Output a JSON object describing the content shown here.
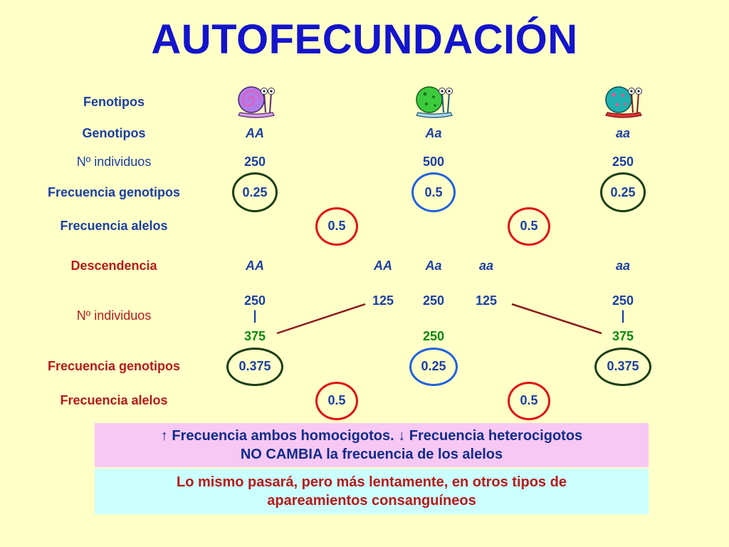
{
  "title": "AUTOFECUNDACIÓN",
  "labels": {
    "fenotipos": "Fenotipos",
    "genotipos": "Genotipos",
    "n_individuos_1": "Nº individuos",
    "frec_genotipos_1": "Frecuencia genotipos",
    "frec_alelos_1": "Frecuencia alelos",
    "descendencia": "Descendencia",
    "n_individuos_2": "Nº individuos",
    "frec_genotipos_2": "Frecuencia genotipos",
    "frec_alelos_2": "Frecuencia alelos"
  },
  "phenotypes": [
    {
      "icon": "purple-snail-icon",
      "shell_color": "#B07CE8",
      "body_color": "#D8A0F0"
    },
    {
      "icon": "green-snail-icon",
      "shell_color": "#3CCB3C",
      "body_color": "#A8D8F0"
    },
    {
      "icon": "teal-snail-icon",
      "shell_color": "#20B0B0",
      "body_color": "#E03030"
    }
  ],
  "parents": {
    "genotypes": [
      "AA",
      "Aa",
      "aa"
    ],
    "counts": [
      "250",
      "500",
      "250"
    ],
    "genotype_freq": [
      "0.25",
      "0.5",
      "0.25"
    ],
    "allele_freq": [
      "0.5",
      "0.5"
    ]
  },
  "offspring": {
    "genotypes": [
      "AA",
      "AA",
      "Aa",
      "aa",
      "aa"
    ],
    "counts_top": [
      "250",
      "125",
      "250",
      "125",
      "250"
    ],
    "bars": [
      "|",
      "|"
    ],
    "totals": [
      "375",
      "250",
      "375"
    ],
    "genotype_freq": [
      "0.375",
      "0.25",
      "0.375"
    ],
    "allele_freq": [
      "0.5",
      "0.5"
    ]
  },
  "notes": {
    "line1": "↑ Frecuencia ambos homocigotos. ↓ Frecuencia heterocigotos",
    "line2": "NO CAMBIA la frecuencia de los alelos",
    "line3": "Lo mismo pasará, pero más lentamente, en otros tipos de",
    "line4": "apareamientos consanguíneos"
  },
  "colors": {
    "background": "#FFFFC8",
    "title": "#1414CC",
    "ring_dark_green": "#1B3F12",
    "ring_blue": "#1E62E0",
    "ring_red": "#E01414",
    "pink_box": "#F8C8F4",
    "cyan_box": "#CCFFFF"
  }
}
